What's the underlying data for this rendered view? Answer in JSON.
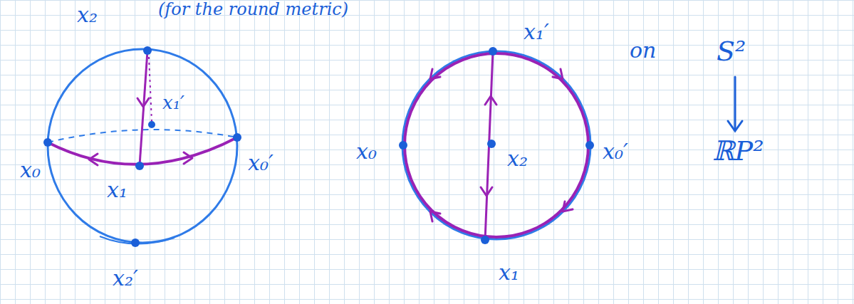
{
  "diagram": {
    "labels": [
      "(for the round metric)",
      "x₂",
      "x₀",
      "x₁",
      "x₁′",
      "x₀′",
      "x₂′",
      "x₁′",
      "x₀",
      "x₂",
      "x₀′",
      "x₁",
      "on",
      "S²",
      "ℝP²"
    ]
  }
}
